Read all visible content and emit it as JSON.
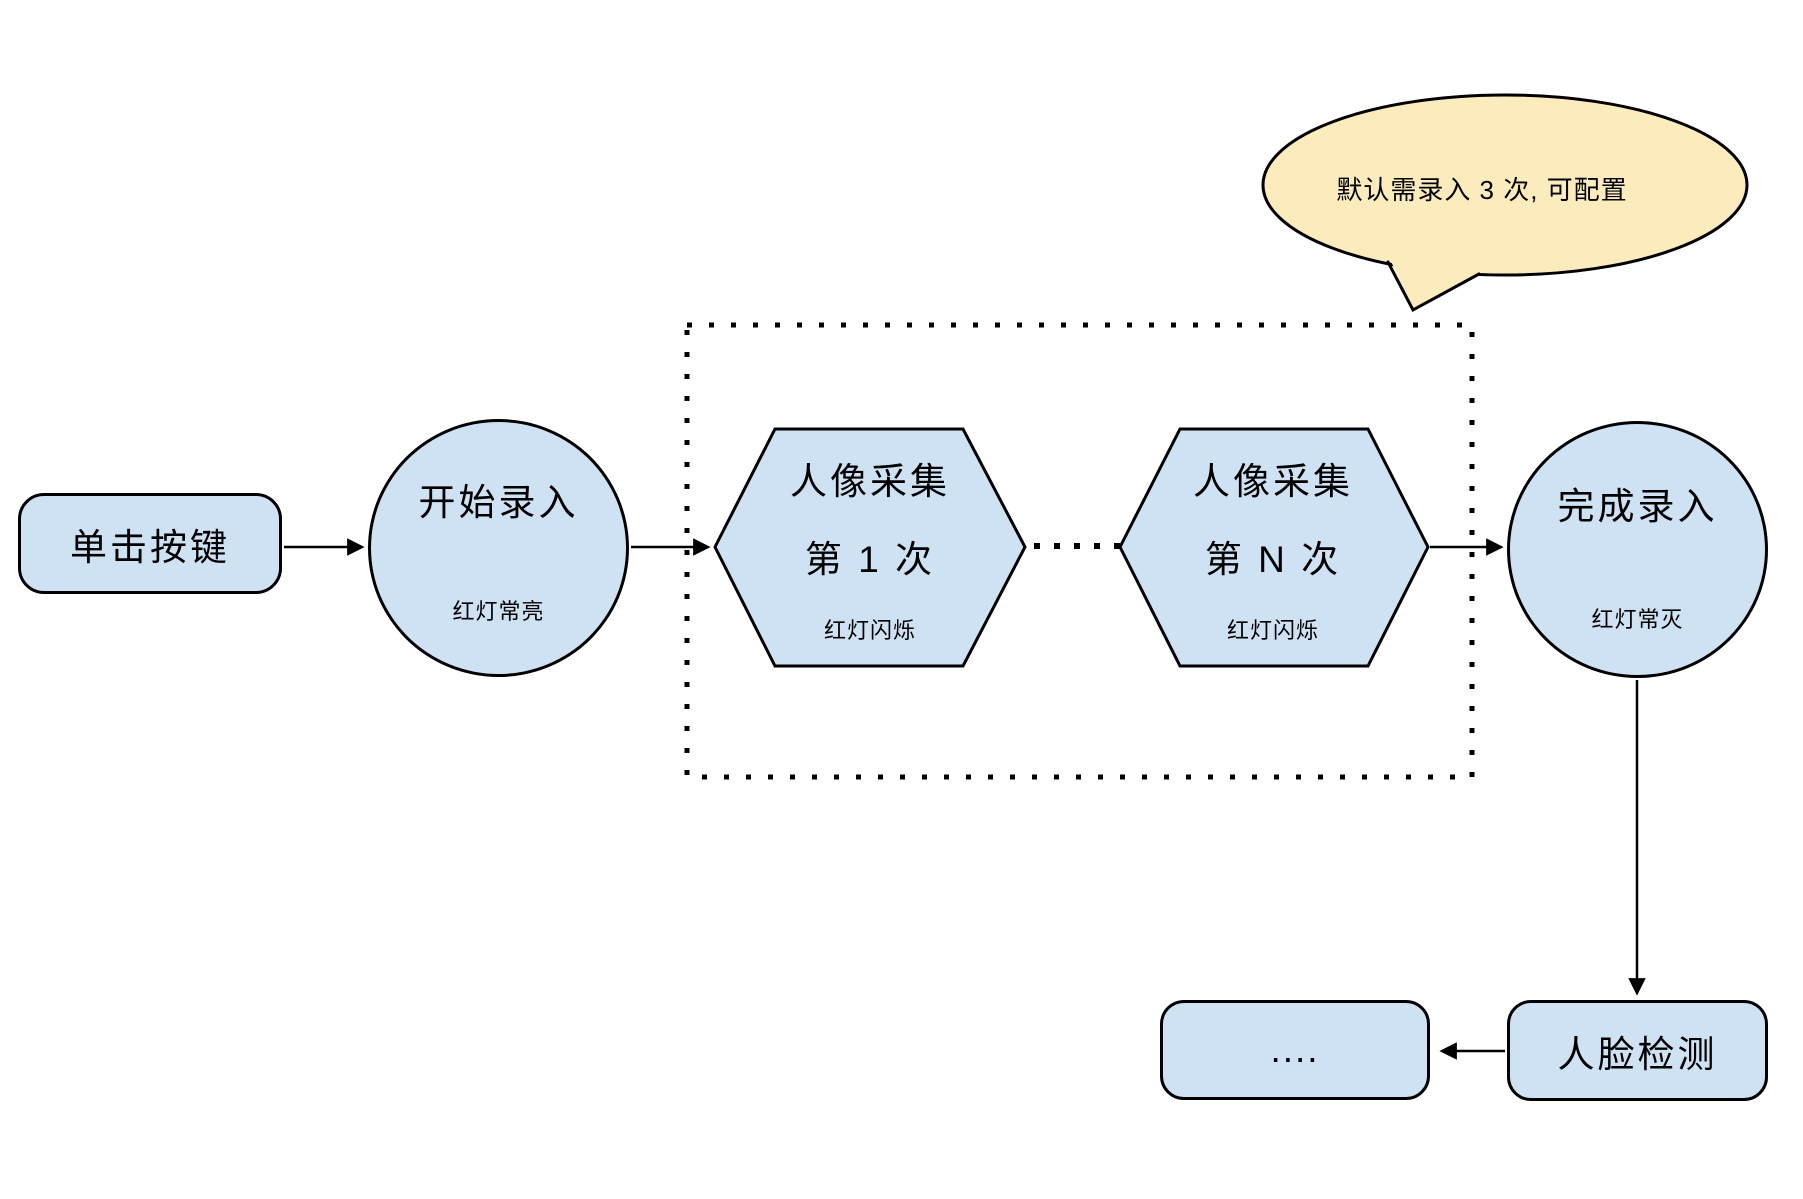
{
  "flowchart": {
    "colors": {
      "node_fill": "#cfe2f3",
      "node_stroke": "#000000",
      "callout_fill": "#fcecbd",
      "arrow_color": "#000000",
      "background": "#ffffff"
    },
    "callout": {
      "text": "默认需录入 3 次, 可配置"
    },
    "nodes": {
      "click_button": {
        "label": "单击按键"
      },
      "start_entry": {
        "label": "开始录入",
        "note": "红灯常亮"
      },
      "capture_first": {
        "title": "人像采集",
        "subtitle": "第 1 次",
        "note": "红灯闪烁"
      },
      "capture_nth": {
        "title": "人像采集",
        "subtitle": "第 N 次",
        "note": "红灯闪烁"
      },
      "finish_entry": {
        "label": "完成录入",
        "note": "红灯常灭"
      },
      "ellipsis": {
        "label": "...."
      },
      "face_detection": {
        "label": "人脸检测"
      }
    }
  }
}
